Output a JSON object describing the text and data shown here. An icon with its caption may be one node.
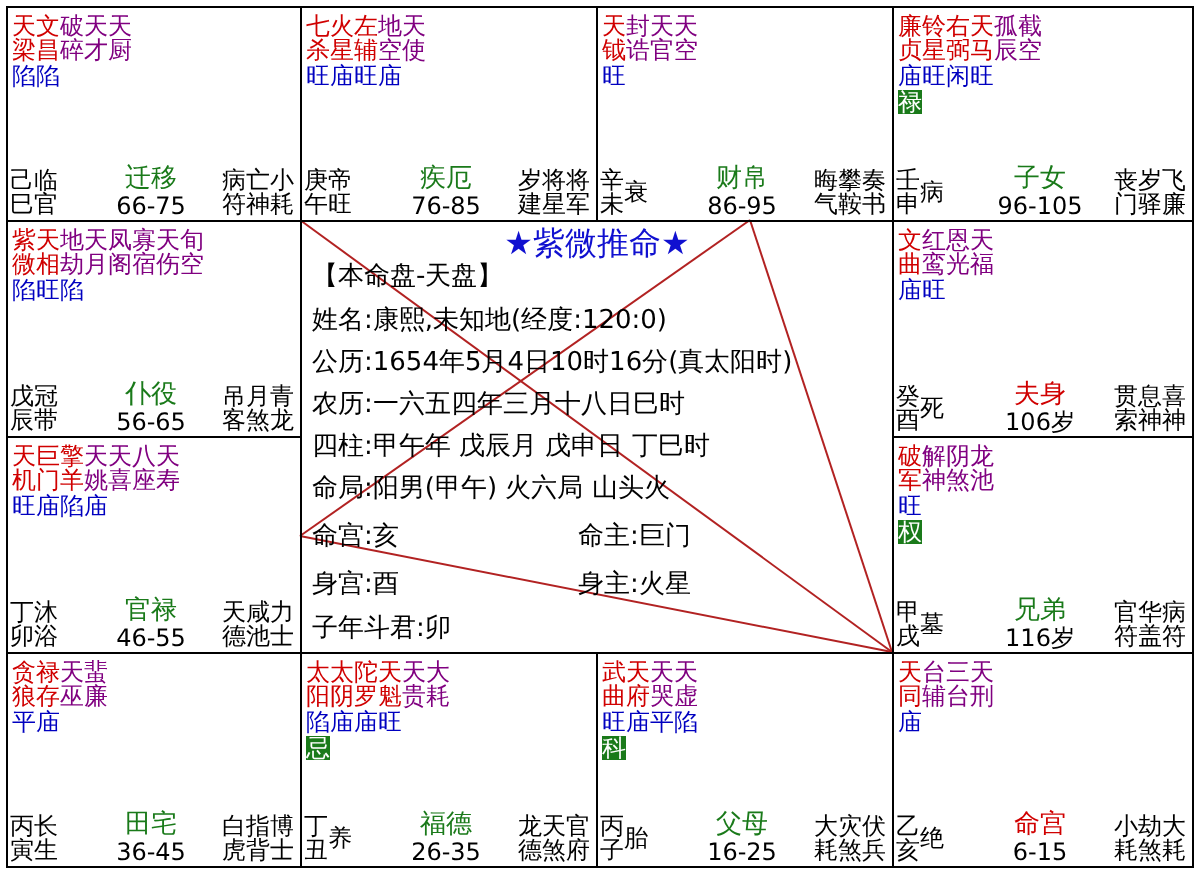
{
  "diagram": {
    "nodes": [
      {
        "text": [
          "天梁",
          "文昌",
          "破碎",
          "天才",
          "天厨",
          "陷陷",
          "己巳",
          "临官",
          "迁移",
          "66-75",
          "病符",
          "亡神",
          "小耗"
        ]
      },
      {
        "text": [
          "七杀",
          "火星",
          "左辅",
          "地空",
          "天使",
          "旺庙旺庙",
          "庚午",
          "帝旺",
          "疾厄",
          "76-85",
          "岁建",
          "将星",
          "将军"
        ]
      },
      {
        "text": [
          "天钺",
          "封诰",
          "天官",
          "天空",
          "旺",
          "辛未",
          "衰",
          "财帛",
          "86-95",
          "晦气",
          "攀鞍",
          "奏书"
        ]
      },
      {
        "text": [
          "廉贞",
          "铃星",
          "右弼",
          "天马",
          "孤辰",
          "截空",
          "庙旺闲旺",
          "禄",
          "壬申",
          "病",
          "子女",
          "96-105",
          "丧门",
          "岁驿",
          "飞廉"
        ]
      },
      {
        "text": [
          "紫微",
          "天相",
          "地劫",
          "天月",
          "凤阁",
          "寡宿",
          "天伤",
          "旬空",
          "陷旺陷",
          "戊辰",
          "冠带",
          "仆役",
          "56-65",
          "吊客",
          "月煞",
          "青龙"
        ]
      },
      {
        "text": [
          "★紫微推命★",
          "【本命盘-天盘】",
          "姓名:康熙,未知地(经度:120:0)",
          "公历:1654年5月4日10时16分(真太阳时)",
          "农历:一六五四年三月十八日巳时",
          "四柱:甲午年 戊辰月 戊申日 丁巳时",
          "命局:阳男(甲午) 火六局 山头火",
          "命宫:亥",
          "命主:巨门",
          "身宫:酉",
          "身主:火星",
          "子年斗君:卯"
        ]
      },
      {
        "text": [
          "文曲",
          "红鸾",
          "恩光",
          "天福",
          "庙旺",
          "癸酉",
          "死",
          "夫身",
          "106岁",
          "贯索",
          "息神",
          "喜神"
        ]
      },
      {
        "text": [
          "天机",
          "巨门",
          "擎羊",
          "天姚",
          "天喜",
          "八座",
          "天寿",
          "旺庙陷庙",
          "丁卯",
          "沐浴",
          "官禄",
          "46-55",
          "天德",
          "咸池",
          "力士"
        ]
      },
      {
        "text": [
          "破军",
          "解神",
          "阴煞",
          "龙池",
          "旺",
          "权",
          "甲戌",
          "墓",
          "兄弟",
          "116岁",
          "官符",
          "华盖",
          "病符"
        ]
      },
      {
        "text": [
          "贪狼",
          "禄存",
          "天巫",
          "蜚廉",
          "平庙",
          "丙寅",
          "长生",
          "田宅",
          "36-45",
          "白虎",
          "指背",
          "博士"
        ]
      },
      {
        "text": [
          "太阳",
          "太阴",
          "陀罗",
          "天魁",
          "天贵",
          "大耗",
          "陷庙庙旺",
          "忌",
          "丁丑",
          "养",
          "福德",
          "26-35",
          "龙德",
          "天煞",
          "官府"
        ]
      },
      {
        "text": [
          "武曲",
          "天府",
          "天哭",
          "天虚",
          "旺庙平陷",
          "科",
          "丙子",
          "胎",
          "父母",
          "16-25",
          "大耗",
          "灾煞",
          "伏兵"
        ]
      },
      {
        "text": [
          "天同",
          "台辅",
          "三台",
          "天刑",
          "庙",
          "乙亥",
          "绝",
          "命宫",
          "6-15",
          "小耗",
          "劫煞",
          "大耗"
        ]
      }
    ]
  }
}
